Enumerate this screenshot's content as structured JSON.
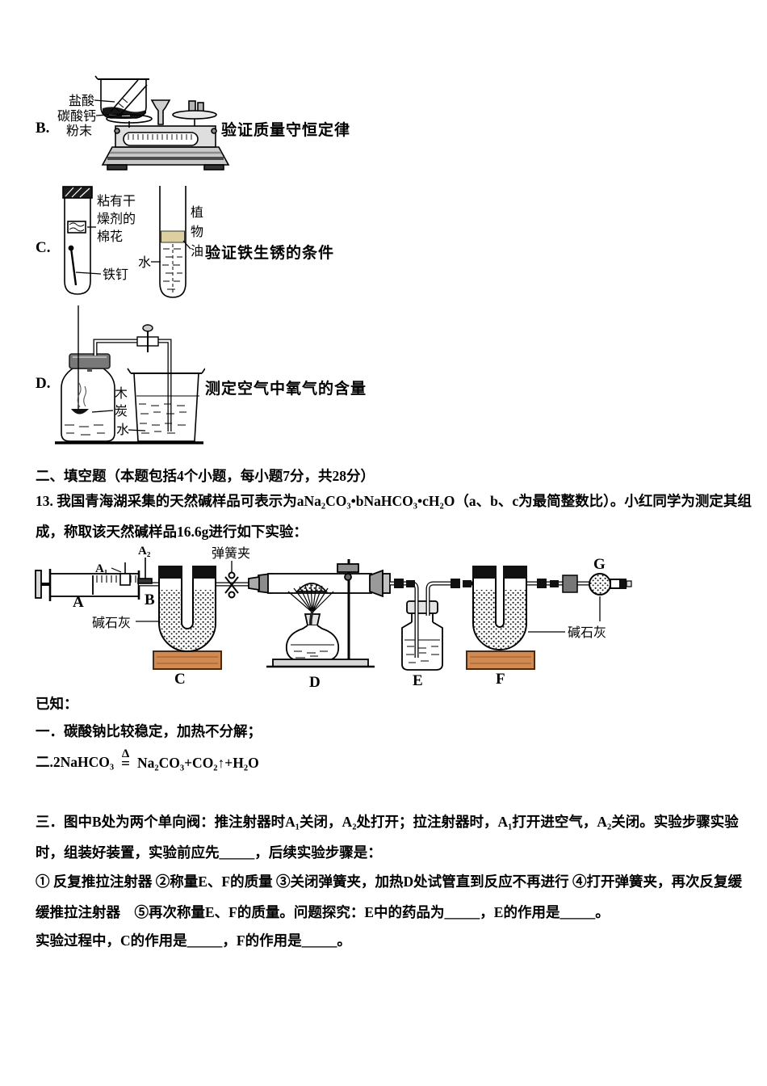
{
  "options": [
    {
      "label": "B.",
      "caption": "验证质量守恒定律",
      "labels": {
        "acid": "盐酸",
        "carbonate": "碳酸钙",
        "powder": "粉末"
      }
    },
    {
      "label": "C.",
      "caption": "验证铁生锈的条件",
      "labels": {
        "cotton1": "粘有干",
        "cotton2": "燥剂的",
        "cotton3": "棉花",
        "nail": "铁钉",
        "water": "水",
        "oil1": "植",
        "oil2": "物",
        "oil3": "油"
      }
    },
    {
      "label": "D.",
      "caption": "测定空气中氧气的含量",
      "labels": {
        "char1": "木",
        "char2": "炭",
        "water": "水"
      }
    }
  ],
  "section2": {
    "header": "二、填空题（本题包括4个小题，每小题7分，共28分）",
    "q13_line1": "13. 我国青海湖采集的天然碱样品可表示为aNa₂CO₃•bNaHCO₃•cH₂O（a、b、c为最简整数比）。小红同学为测定其组",
    "q13_line2": "成，称取该天然碱样品16.6g进行如下实验："
  },
  "apparatus": {
    "A": "A",
    "A1": "A₁",
    "A2": "A₂",
    "B": "B",
    "C": "C",
    "D": "D",
    "E": "E",
    "F": "F",
    "G": "G",
    "spring_clamp": "弹簧夹",
    "soda_lime_left": "碱石灰",
    "soda_lime_right": "碱石灰"
  },
  "known": {
    "title": "已知：",
    "item1": "一．碳酸钠比较稳定，加热不分解；",
    "eq_prefix": "二.2NaHCO₃",
    "eq_delta": "Δ",
    "eq_sign": "=",
    "eq_suffix": "Na₂CO₃+CO₂↑+H₂O"
  },
  "section3": {
    "line1": "三．图中B处为两个单向阀：推注射器时A₁关闭，A₂处打开；拉注射器时，A₁打开进空气，A₂关闭。实验步骤实验",
    "line2": "时，组装好装置，实验前应先_____，后续实验步骤是：",
    "steps1": "① 反复推拉注射器 ②称量E、F的质量 ③关闭弹簧夹，加热D处试管直到反应不再进行  ④打开弹簧夹，再次反复缓",
    "steps2": "缓推拉注射器　⑤再次称量E、F的质量。问题探究：E中的药品为_____，E的作用是_____。",
    "final": "实验过程中，C的作用是_____，F的作用是_____。"
  }
}
